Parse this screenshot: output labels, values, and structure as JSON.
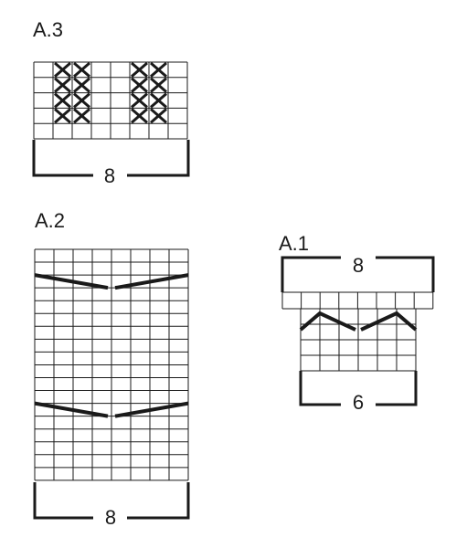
{
  "charts": {
    "a3": {
      "title": "A.3",
      "width_label": "8",
      "cols": 8,
      "rows": 5,
      "cross_cols": [
        [
          1,
          2
        ],
        [
          5,
          6
        ]
      ],
      "cross_rows": [
        1,
        2,
        3,
        4
      ]
    },
    "a2": {
      "title": "A.2",
      "width_label": "8",
      "cols": 8,
      "rows": 18,
      "decrease_rows": [
        2,
        12
      ]
    },
    "a1": {
      "title": "A.1",
      "top_width_label": "8",
      "bottom_width_label": "6",
      "top_cols": 8,
      "top_rows": 1,
      "bottom_cols": 6,
      "bottom_rows": 4
    }
  }
}
